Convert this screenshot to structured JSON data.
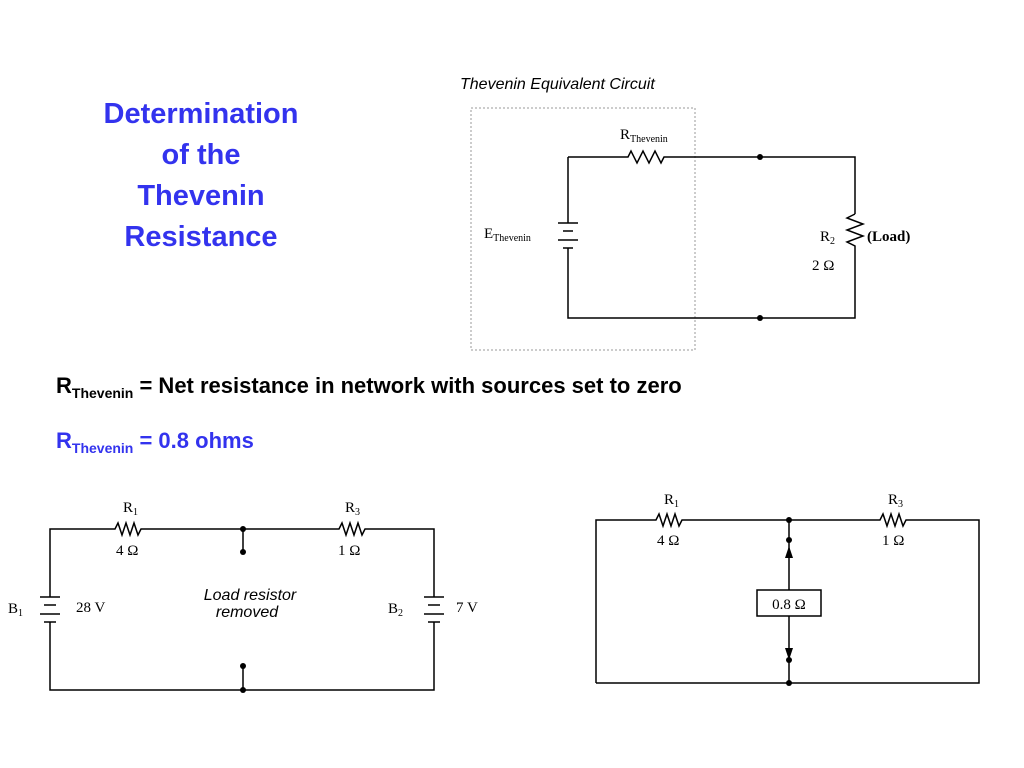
{
  "title": {
    "lines": [
      "Determination",
      "of the",
      "Thevenin",
      "Resistance"
    ],
    "color": "#3333ee"
  },
  "statement": {
    "symbol": "R",
    "subscript": "Thevenin",
    "text": " = Net resistance in network with sources set to zero"
  },
  "result": {
    "symbol": "R",
    "subscript": "Thevenin",
    "text": " = 0.8 ohms",
    "color": "#3333ee"
  },
  "equivalent_circuit": {
    "caption": "Thevenin Equivalent Circuit",
    "r_symbol": "R",
    "r_sub": "Thevenin",
    "e_symbol": "E",
    "e_sub": "Thevenin",
    "load_symbol": "R",
    "load_sub": "2",
    "load_tag": "(Load)",
    "load_value": "2 Ω"
  },
  "original_circuit": {
    "r1_symbol": "R",
    "r1_sub": "1",
    "r1_value": "4 Ω",
    "r3_symbol": "R",
    "r3_sub": "3",
    "r3_value": "1 Ω",
    "b1_symbol": "B",
    "b1_sub": "1",
    "b1_value": "28 V",
    "b2_symbol": "B",
    "b2_sub": "2",
    "b2_value": "7 V",
    "note_line1": "Load resistor",
    "note_line2": "removed"
  },
  "measured_circuit": {
    "r1_symbol": "R",
    "r1_sub": "1",
    "r1_value": "4 Ω",
    "r3_symbol": "R",
    "r3_sub": "3",
    "r3_value": "1 Ω",
    "meter_value": "0.8 Ω"
  }
}
